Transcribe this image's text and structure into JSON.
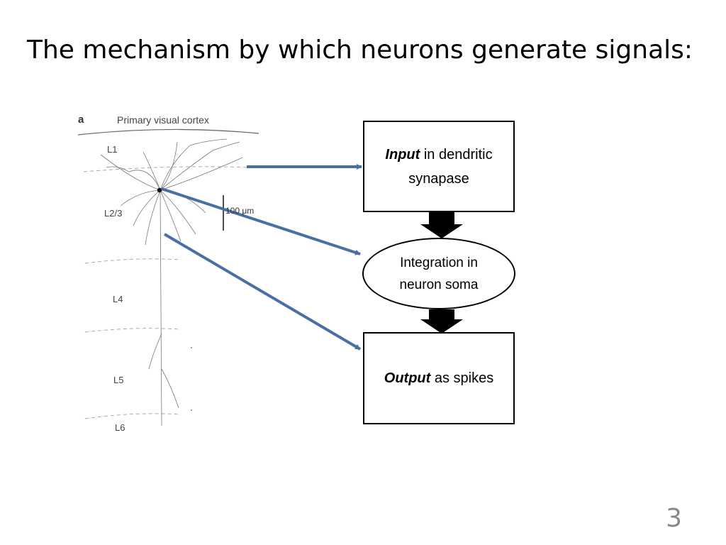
{
  "slide": {
    "title": "The mechanism by which neurons generate signals:",
    "page_number": "3"
  },
  "figure": {
    "panel_letter": "a",
    "title": "Primary visual cortex",
    "layers": [
      "L1",
      "L2/3",
      "L4",
      "L5",
      "L6"
    ],
    "scale_bar": "100 μm"
  },
  "flow": {
    "input": {
      "emphasis": "Input",
      "rest": " in dendritic synapase"
    },
    "integration": "Integration in neuron soma",
    "output": {
      "emphasis": "Output",
      "rest": " as spikes"
    }
  },
  "colors": {
    "pointer_arrow": "#4a6fa5",
    "flow_arrow": "#000000"
  }
}
